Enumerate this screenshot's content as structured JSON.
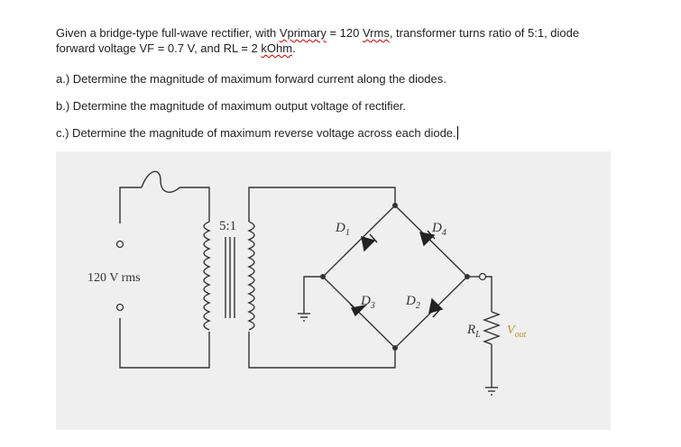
{
  "problem": {
    "line1_pre": "Given a bridge-type full-wave rectifier, with ",
    "vprimary": "Vprimary",
    "line1_eq": " = 120 ",
    "vrms": "Vrms",
    "line1_post": ", transformer turns ratio of 5:1, diode",
    "line2_pre": "forward voltage VF = 0.7 V, and RL = 2 ",
    "kohm": "kOhm",
    "line2_post": ".",
    "question_a": "a.) Determine the magnitude of maximum forward current along the diodes.",
    "question_b": "b.) Determine the magnitude of maximum output voltage of rectifier.",
    "question_c": "c.) Determine the magnitude of maximum reverse voltage across each diode."
  },
  "figure": {
    "source_label": "120 V rms",
    "ratio_label": "5:1",
    "d1": "D",
    "d1_sub": "1",
    "d2": "D",
    "d2_sub": "2",
    "d3": "D",
    "d3_sub": "3",
    "d4": "D",
    "d4_sub": "4",
    "rl": "R",
    "rl_sub": "L",
    "vout": "V",
    "vout_sub": "out",
    "vout_color": "#b8912a"
  }
}
